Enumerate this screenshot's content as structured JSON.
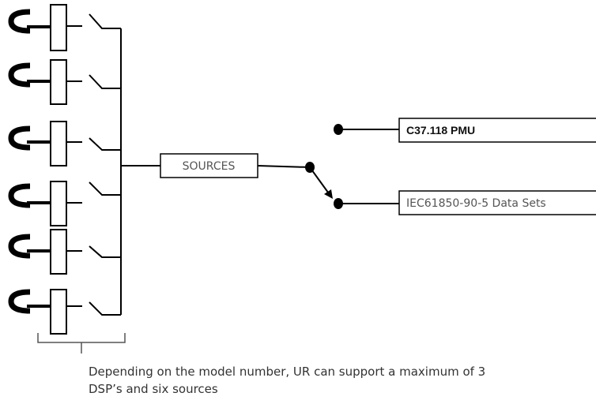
{
  "diagram": {
    "sources_label": "SOURCES",
    "outputs": [
      {
        "label": "C37.118 PMU"
      },
      {
        "label": "IEC61850-90-5 Data Sets"
      }
    ],
    "caption_line1": "Depending on the model number, UR can support a maximum of 3",
    "caption_line2": "DSP’s and six sources"
  }
}
